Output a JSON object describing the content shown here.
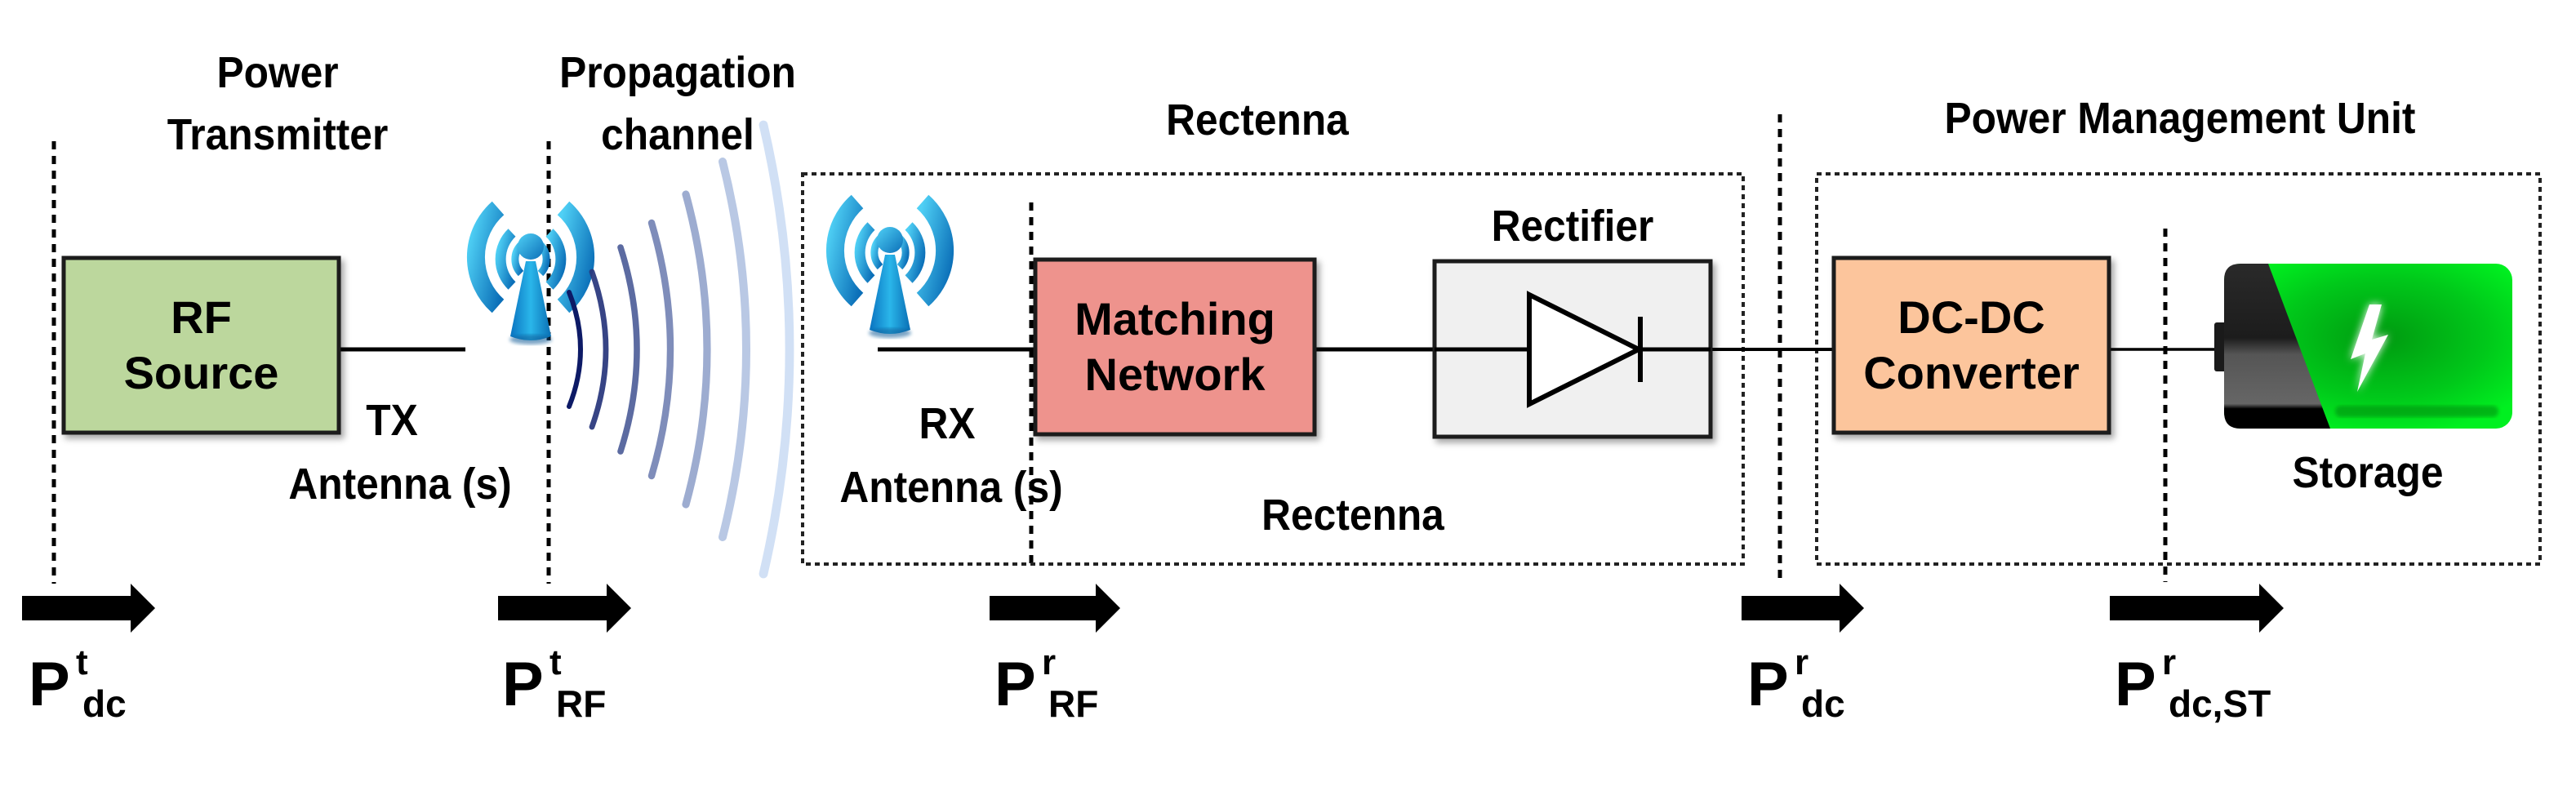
{
  "stages": {
    "power_transmitter": [
      "Power",
      "Transmitter"
    ],
    "propagation_channel": [
      "Propagation",
      "channel"
    ],
    "rectenna_top": "Rectenna",
    "power_management_unit": "Power Management Unit"
  },
  "blocks": {
    "rf_source": [
      "RF",
      "Source"
    ],
    "matching_network": [
      "Matching",
      "Network"
    ],
    "rectifier": "Rectifier",
    "dc_dc_converter": [
      "DC-DC",
      "Converter"
    ],
    "storage": "Storage"
  },
  "antennas": {
    "tx": [
      "TX",
      "Antenna (s)"
    ],
    "rx": [
      "RX",
      "Antenna (s)"
    ]
  },
  "rectenna_bottom": "Rectenna",
  "icons": {
    "tx_antenna": "wireless-tower-icon",
    "rx_antenna": "wireless-tower-icon",
    "propagation": "radio-waves-icon",
    "rectifier": "diode-symbol-icon",
    "storage": "battery-charging-icon"
  },
  "power_labels": [
    {
      "base": "P",
      "sup": "t",
      "sub": "dc"
    },
    {
      "base": "P",
      "sup": "t",
      "sub": "RF"
    },
    {
      "base": "P",
      "sup": "r",
      "sub": "RF"
    },
    {
      "base": "P",
      "sup": "r",
      "sub": "dc"
    },
    {
      "base": "P",
      "sup": "r",
      "sub": "dc,ST"
    }
  ],
  "colors": {
    "rf_source": "#bcd79d",
    "matching_network": "#ee938d",
    "rectifier": "#f0f0f0",
    "dc_dc_converter": "#fcc59c",
    "antenna_blue": "#1aa3de",
    "battery_green": "#00e51c",
    "wave_dark": "#0d1a66",
    "wave_light": "#b9d0f0"
  }
}
